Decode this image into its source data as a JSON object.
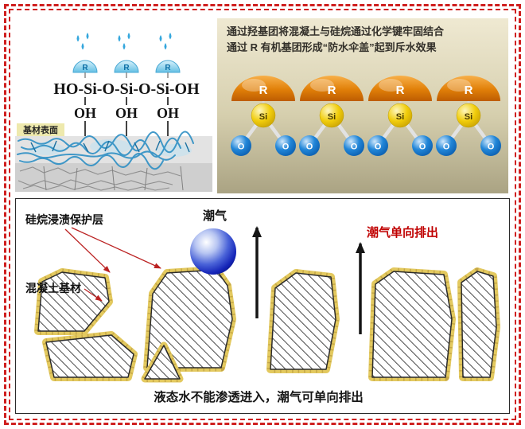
{
  "panel_top_left": {
    "formula": "HO-Si-O-Si-O-Si-OH",
    "oh_labels": [
      "OH",
      "OH",
      "OH"
    ],
    "r_label": "R",
    "substrate_label": "基材表面"
  },
  "panel_top_right": {
    "caption_line1": "通过羟基团将混凝土与硅烷通过化学键牢固结合",
    "caption_line2": "通过 R 有机基团形成“防水伞盖”起到斥水效果",
    "r_label": "R",
    "si_label": "Si",
    "o_label": "O"
  },
  "panel_bottom": {
    "protection_layer_label": "硅烷浸渍保护层",
    "moisture_label": "潮气",
    "one_way_label": "潮气单向排出",
    "concrete_label": "混凝土基材",
    "caption": "液态水不能渗透进入，潮气可单向排出"
  },
  "colors": {
    "frame_red": "#cf1f1f",
    "umbrella_cyan": "#6cc4e6",
    "dome_orange": "#e07f08",
    "silicon_yellow": "#f1cd0b",
    "oxygen_blue": "#2186d8",
    "coating_yellow": "#e3c95f",
    "accent_red": "#c00000",
    "water_blue": "#1424b8"
  }
}
